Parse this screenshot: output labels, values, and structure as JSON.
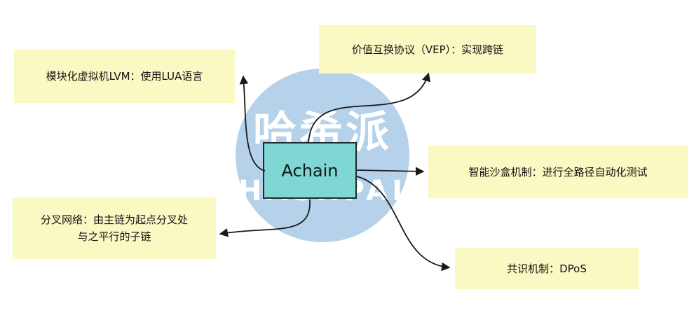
{
  "watermark": {
    "chinese": "哈希派",
    "latin": "HASHPAI"
  },
  "center": {
    "label": "Achain"
  },
  "nodes": {
    "lvm": "模块化虚拟机LVM：使用LUA语言",
    "vep": "价值互换协议（VEP）：实现跨链",
    "sandbox": "智能沙盒机制：进行全路径自动化测试",
    "fork_line1": "分叉网络：由主链为起点分叉处",
    "fork_line2": "与之平行的子链",
    "consensus": "共识机制：DPoS"
  },
  "colors": {
    "node_fill": "#fbf9c3",
    "center_fill": "#7fd6d2",
    "watermark_fill": "#a9c9e6",
    "connector": "#1a1a1a"
  }
}
